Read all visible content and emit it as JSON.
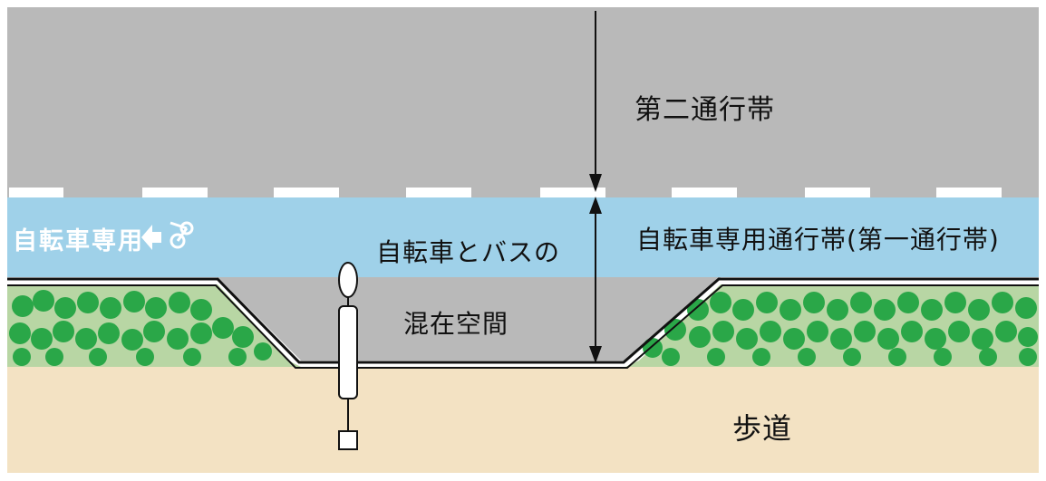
{
  "labels": {
    "second_lane": "第二通行帯",
    "bicycle_lane": "自転車専用通行帯(第一通行帯)",
    "mixed_space_line1": "自転車とバスの",
    "mixed_space_line2": "混在空間",
    "sidewalk": "歩道"
  },
  "road_marking": {
    "text": "自転車専用"
  },
  "icons": [
    "arrow-left-icon",
    "bicycle-icon"
  ],
  "colors": {
    "roadway": "#b9b9b9",
    "bicycle_lane": "#9fd1e9",
    "sidewalk": "#f3e2c3",
    "planting_strip": "#b8d6a4",
    "shrubs": "#28a745",
    "lane_dashes": "#ffffff"
  }
}
